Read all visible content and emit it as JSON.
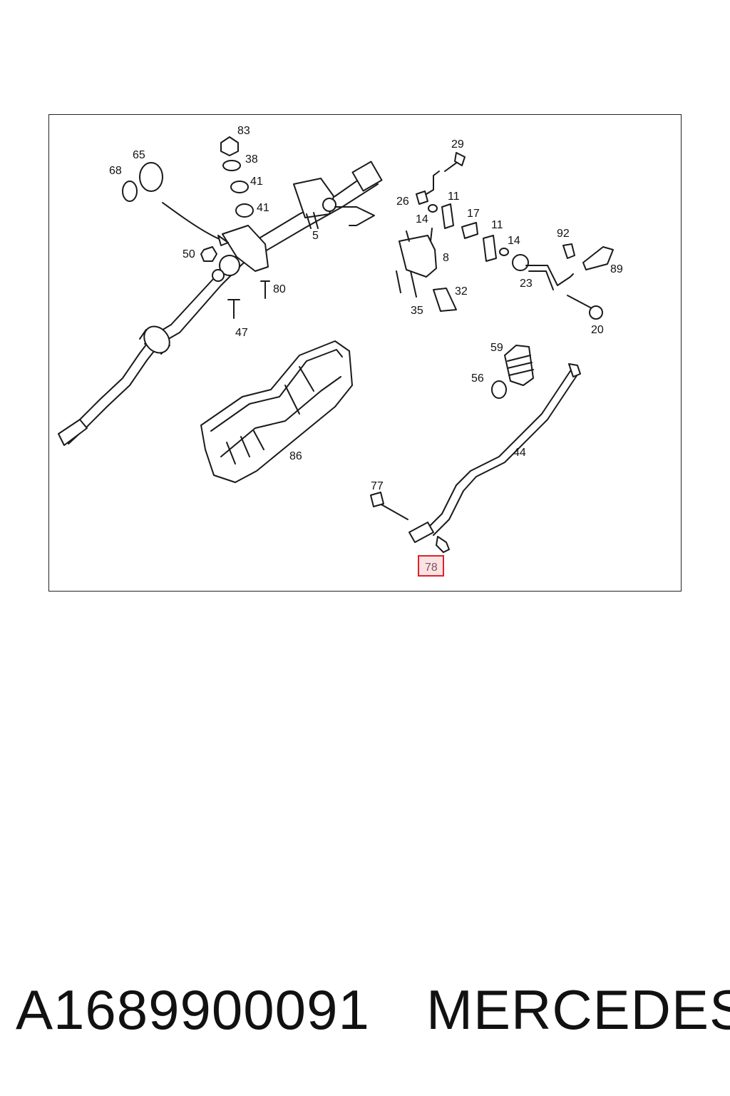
{
  "callouts": [
    {
      "id": "83",
      "text": "83"
    },
    {
      "id": "38",
      "text": "38"
    },
    {
      "id": "41a",
      "text": "41"
    },
    {
      "id": "41b",
      "text": "41"
    },
    {
      "id": "65",
      "text": "65"
    },
    {
      "id": "68",
      "text": "68"
    },
    {
      "id": "5",
      "text": "5"
    },
    {
      "id": "50",
      "text": "50"
    },
    {
      "id": "80",
      "text": "80"
    },
    {
      "id": "47",
      "text": "47"
    },
    {
      "id": "29",
      "text": "29"
    },
    {
      "id": "26",
      "text": "26"
    },
    {
      "id": "11a",
      "text": "11"
    },
    {
      "id": "14a",
      "text": "14"
    },
    {
      "id": "17",
      "text": "17"
    },
    {
      "id": "11b",
      "text": "11"
    },
    {
      "id": "14b",
      "text": "14"
    },
    {
      "id": "92",
      "text": "92"
    },
    {
      "id": "8",
      "text": "8"
    },
    {
      "id": "89",
      "text": "89"
    },
    {
      "id": "23",
      "text": "23"
    },
    {
      "id": "32",
      "text": "32"
    },
    {
      "id": "35",
      "text": "35"
    },
    {
      "id": "20",
      "text": "20"
    },
    {
      "id": "59",
      "text": "59"
    },
    {
      "id": "56",
      "text": "56"
    },
    {
      "id": "86",
      "text": "86"
    },
    {
      "id": "44",
      "text": "44"
    },
    {
      "id": "77",
      "text": "77"
    },
    {
      "id": "78",
      "text": "78"
    }
  ],
  "highlight": {
    "callout": "78",
    "color": "#e0212b",
    "fill": "#fbe3e4"
  },
  "footer": {
    "part_number": "A1689900091",
    "brand": "MERCEDES"
  }
}
